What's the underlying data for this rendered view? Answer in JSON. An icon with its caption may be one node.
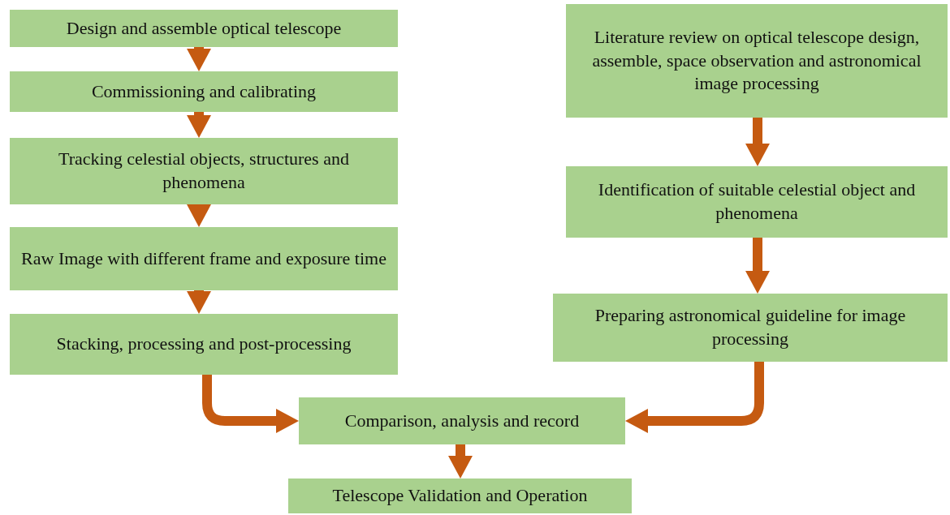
{
  "diagram": {
    "nodes": [
      {
        "text": [
          "Design and assemble optical telescope"
        ]
      },
      {
        "text": [
          "Commissioning and calibrating"
        ]
      },
      {
        "text": [
          "Tracking celestial objects, structures and phenomena"
        ]
      },
      {
        "text": [
          "Raw Image with different frame and exposure time"
        ]
      },
      {
        "text": [
          "Stacking, processing and post-processing"
        ]
      },
      {
        "text": [
          "Literature review on optical telescope design, assemble, space observation and astronomical image processing"
        ]
      },
      {
        "text": [
          "Identification of suitable celestial object and phenomena"
        ]
      },
      {
        "text": [
          "Preparing astronomical guideline for image processing"
        ]
      },
      {
        "text": [
          "Comparison, analysis and record"
        ]
      },
      {
        "text": [
          "Telescope Validation and Operation"
        ]
      }
    ],
    "edges": [
      {
        "from": 0,
        "to": 1,
        "arrow": "to"
      },
      {
        "from": 1,
        "to": 2,
        "arrow": "to"
      },
      {
        "from": 2,
        "to": 3,
        "arrow": "to"
      },
      {
        "from": 3,
        "to": 4,
        "arrow": "to"
      },
      {
        "from": 4,
        "to": 8,
        "arrow": "to"
      },
      {
        "from": 5,
        "to": 6,
        "arrow": "to"
      },
      {
        "from": 6,
        "to": 7,
        "arrow": "to"
      },
      {
        "from": 7,
        "to": 8,
        "arrow": "to"
      },
      {
        "from": 8,
        "to": 9,
        "arrow": "to"
      }
    ]
  }
}
